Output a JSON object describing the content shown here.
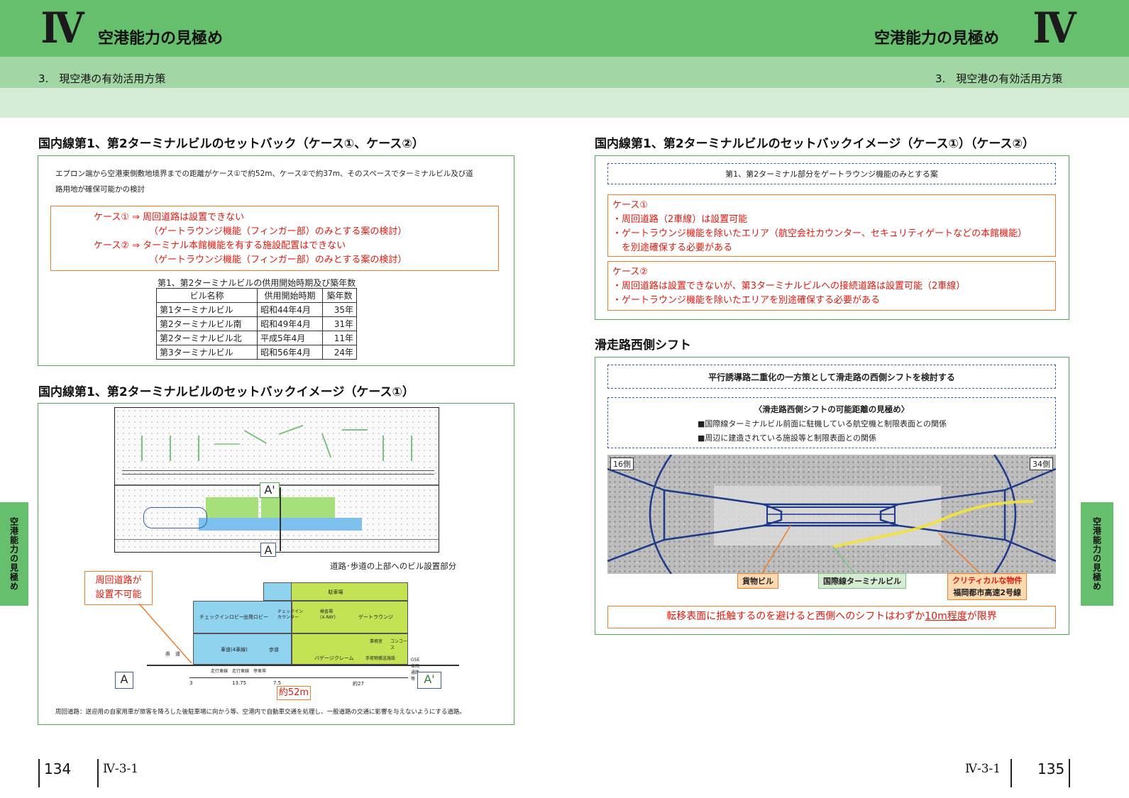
{
  "header": {
    "roman": "Ⅳ",
    "chapter_title": "空港能力の見極め",
    "subsection": "3.　現空港の有効活用方策"
  },
  "side_tab": "空港能力の見極め",
  "left": {
    "sec1": {
      "heading": "国内線第1、第2ターミナルビルのセットバック（ケース①、ケース②）",
      "intro_1": "エプロン端から空港東側敷地境界までの距離がケース①で約52m、ケース②で約37m、そのスペースでターミナルビル及び道",
      "intro_2": "路用地が確保可能かの検討",
      "case_lines": [
        "ケース① ⇒ 周回道路は設置できない",
        "（ゲートラウンジ機能（フィンガー部）のみとする案の検討）",
        "ケース② ⇒ ターミナル本館機能を有する施設配置はできない",
        "（ゲートラウンジ機能（フィンガー部）のみとする案の検討）"
      ],
      "table_title": "第1、第2ターミナルビルの供用開始時期及び築年数",
      "table_headers": [
        "ビル名称",
        "供用開始時期",
        "築年数"
      ],
      "table_rows": [
        [
          "第1ターミナルビル",
          "昭和44年4月",
          "35年"
        ],
        [
          "第2ターミナルビル南",
          "昭和49年4月",
          "31年"
        ],
        [
          "第2ターミナルビル北",
          "平成5年4月",
          "11年"
        ],
        [
          "第3ターミナルビル",
          "昭和56年4月",
          "24年"
        ]
      ]
    },
    "sec2": {
      "heading": "国内線第1、第2ターミナルビルのセットバックイメージ（ケース①）",
      "a_prime": "A'",
      "a": "A",
      "road_label": "道路･歩道の上部へのビル設置部分",
      "callout_1": "周回道路が",
      "callout_2": "設置不可能",
      "sec_labels": {
        "parking": "駐車場",
        "checkin_lobby": "チェックインロビー",
        "arrival_lobby": "出発ロビー",
        "checkin_counter": "チェックイン\nカウンター",
        "inspection": "検査場\n(X-RAY)",
        "gate_lounge": "ゲートラウンジ",
        "roadway": "車道(4車線)",
        "sidewalk": "歩道",
        "baggage": "バゲージクレーム",
        "office": "事務室",
        "concourse": "コンコース",
        "conveyor": "手荷物搬送施設",
        "prefectural_road": "県　道",
        "lanes": "走行車線　走行車線　停車帯",
        "gse": "GSE車両通路等",
        "d1": "3",
        "d2": "13.75",
        "d3": "7.5",
        "d4": "約27"
      },
      "dim_total": "約52m",
      "footnote": "周回道路：送迎用の自家用車が旅客を降ろした後駐車場に向かう等、空港内で自動車交通を処理し、一般道路の交通に影響を与えないようにする道路。"
    }
  },
  "right": {
    "sec1": {
      "heading": "国内線第1、第2ターミナルビルのセットバックイメージ（ケース①）（ケース②）",
      "dashed": "第1、第2ターミナル部分をゲートラウンジ機能のみとする案",
      "case1_lines": [
        "ケース①",
        "・周回道路（2車線）は設置可能",
        "・ゲートラウンジ機能を除いたエリア（航空会社カウンター、セキュリティゲートなどの本館機能）",
        "　を別途確保する必要がある"
      ],
      "case2_lines": [
        "ケース②",
        "・周回道路は設置できないが、第3ターミナルビルへの接続道路は設置可能（2車線）",
        "・ゲートラウンジ機能を除いたエリアを別途確保する必要がある"
      ]
    },
    "sec2": {
      "heading": "滑走路西側シフト",
      "dashed1": "平行誘導路二重化の一方策として滑走路の西側シフトを検討する",
      "dashed2_title": "〈滑走路西側シフトの可能距離の見極め〉",
      "dashed2_items": [
        "■国際線ターミナルビル前面に駐機している航空機と制限表面との関係",
        "■周辺に建造されている施設等と制限表面との関係"
      ],
      "map_left": "16側",
      "map_right": "34側",
      "lbl_cargo": "貨物ビル",
      "lbl_intl": "国際線ターミナルビル",
      "lbl_critical_1": "クリティカルな物件",
      "lbl_critical_2": "福岡都市高速2号線",
      "conclusion_pre": "転移表面に抵触するのを避けると西側へのシフトはわずか",
      "conclusion_ul": "10m程度",
      "conclusion_post": "が限界"
    }
  },
  "footer": {
    "left_page": "134",
    "left_code": "Ⅳ-3-1",
    "right_page": "135",
    "right_code": "Ⅳ-3-1"
  }
}
